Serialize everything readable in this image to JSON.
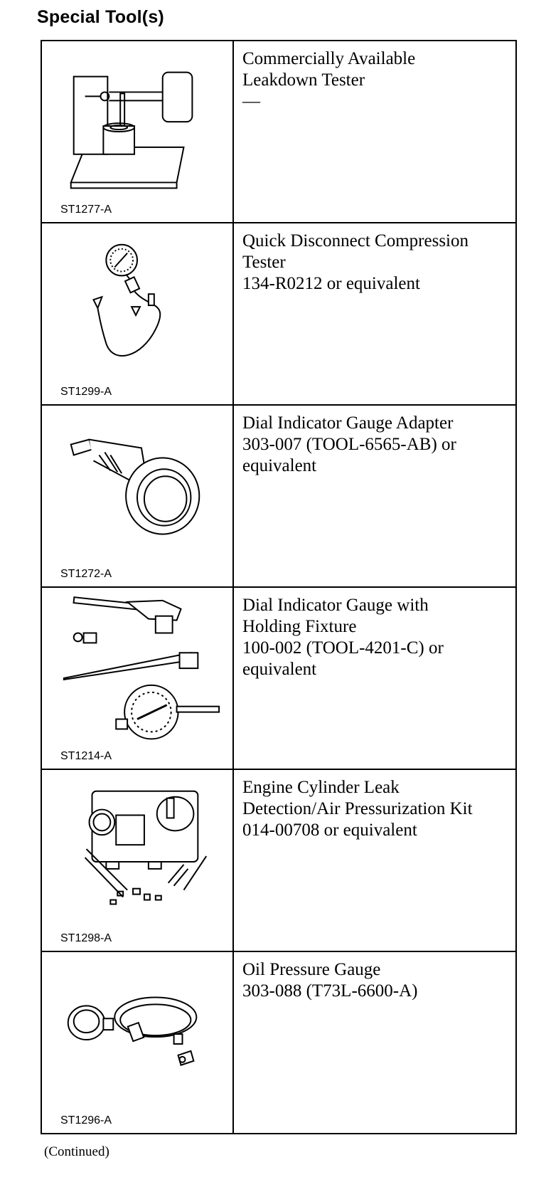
{
  "page_title": "Special Tool(s)",
  "tools": [
    {
      "figure": "ST1277-A",
      "icon": "leakdown-tester-icon",
      "lines": [
        "Commercially Available",
        "Leakdown Tester",
        "—"
      ]
    },
    {
      "figure": "ST1299-A",
      "icon": "compression-tester-icon",
      "lines": [
        "Quick Disconnect Compression",
        "Tester",
        "134-R0212 or equivalent"
      ]
    },
    {
      "figure": "ST1272-A",
      "icon": "gauge-adapter-icon",
      "lines": [
        "Dial Indicator Gauge Adapter",
        "303-007 (TOOL-6565-AB) or",
        "equivalent"
      ]
    },
    {
      "figure": "ST1214-A",
      "icon": "dial-indicator-icon",
      "lines": [
        "Dial Indicator Gauge with",
        "Holding Fixture",
        "100-002 (TOOL-4201-C) or",
        "equivalent"
      ]
    },
    {
      "figure": "ST1298-A",
      "icon": "leak-detection-kit-icon",
      "lines": [
        "Engine Cylinder Leak",
        "Detection/Air Pressurization Kit",
        "014-00708 or equivalent"
      ]
    },
    {
      "figure": "ST1296-A",
      "icon": "oil-pressure-gauge-icon",
      "lines": [
        "Oil Pressure Gauge",
        "303-088 (T73L-6600-A)"
      ]
    }
  ],
  "continued_note": "(Continued)"
}
